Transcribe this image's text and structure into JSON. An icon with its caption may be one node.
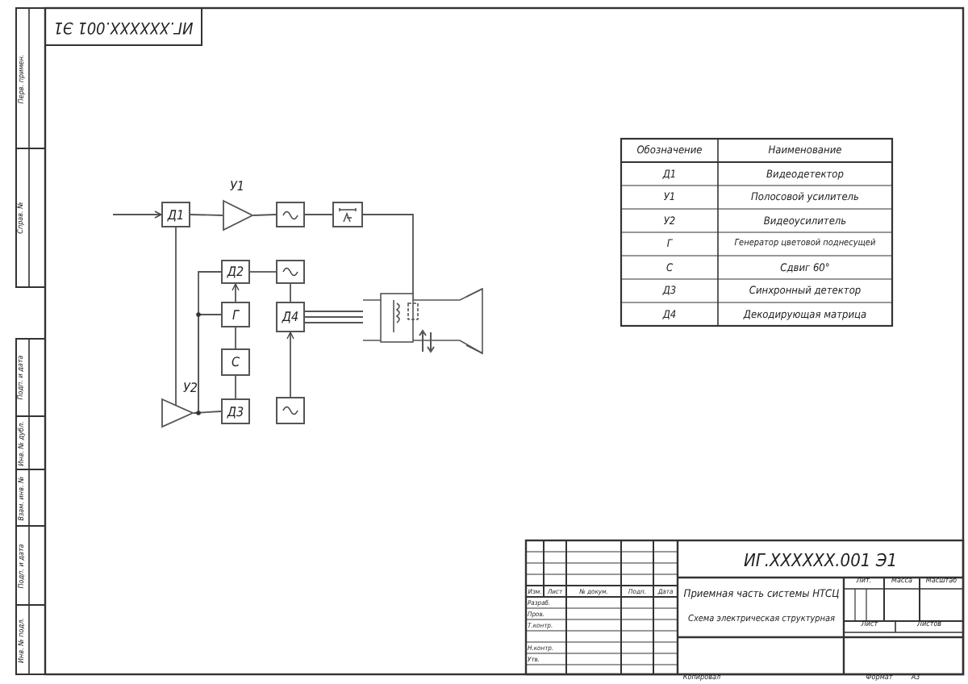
{
  "diagram": {
    "nodes": [
      {
        "text": [
          "Д1"
        ]
      },
      {
        "text": [],
        "shape": "triangle",
        "beside": [
          "У1"
        ]
      },
      {
        "text": [],
        "shape": "box"
      },
      {
        "text": [],
        "shape": "box"
      },
      {
        "text": [],
        "shape": "picture"
      },
      {
        "text": [
          "Д2"
        ]
      },
      {
        "text": [],
        "shape": "box"
      },
      {
        "text": [
          "Г"
        ]
      },
      {
        "text": [
          "Д4"
        ]
      },
      {
        "text": [
          "С"
        ]
      },
      {
        "text": [],
        "shape": "triangle",
        "beside": [
          "У2"
        ]
      },
      {
        "text": [
          "Д3"
        ]
      },
      {
        "text": [],
        "shape": "box"
      }
    ],
    "edges": [
      {
        "from": null,
        "to": 0,
        "arrow": "to"
      },
      {
        "from": 0,
        "to": 1,
        "arrow": "none"
      },
      {
        "from": 1,
        "to": 2,
        "arrow": "none"
      },
      {
        "from": 2,
        "to": 3,
        "arrow": "none"
      },
      {
        "from": 3,
        "to": 4,
        "arrow": "none"
      },
      {
        "from": 0,
        "to": 10,
        "arrow": "none"
      },
      {
        "from": 10,
        "to": 11,
        "arrow": "none"
      },
      {
        "from": 10,
        "to": 5,
        "arrow": "none"
      },
      {
        "from": 10,
        "to": 7,
        "arrow": "none"
      },
      {
        "from": 7,
        "to": 5,
        "arrow": "to"
      },
      {
        "from": 7,
        "to": 9,
        "arrow": "none"
      },
      {
        "from": 9,
        "to": 11,
        "arrow": "none"
      },
      {
        "from": 5,
        "to": 6,
        "arrow": "none"
      },
      {
        "from": 6,
        "to": 8,
        "arrow": "none"
      },
      {
        "from": 12,
        "to": 8,
        "arrow": "to"
      },
      {
        "from": 8,
        "to": 4,
        "arrow": "none"
      }
    ],
    "labels": [
      "ИГ.XXXXXX.001 Э1",
      "Перв. примен.",
      "Справ. №",
      "Подп. и дата",
      "Инв. № дубл.",
      "Взам. инв. №",
      "Подп. и дата",
      "Инв. № подл.",
      "Обозначение",
      "Наименование",
      "Д1",
      "Видеодетектор",
      "У1",
      "Полосовой усилитель",
      "У2",
      "Видеоусилитель",
      "Г",
      "Генератор цветовой поднесущей",
      "С",
      "Сдвиг 60°",
      "Д3",
      "Синхронный детектор",
      "Д4",
      "Декодирующая матрица",
      "ИГ.XXXXXX.001 Э1",
      "Изм.",
      "Лист",
      "№ докум.",
      "Подп.",
      "Дата",
      "Разраб.",
      "Пров.",
      "Т.контр.",
      "Н.контр.",
      "Утв.",
      "Приемная часть системы НТСЦ",
      "Схема электрическая структурная",
      "Лит.",
      "Масса",
      "Масштаб",
      "Лист",
      "Листов",
      "Копировал",
      "Формат",
      "А3"
    ]
  }
}
